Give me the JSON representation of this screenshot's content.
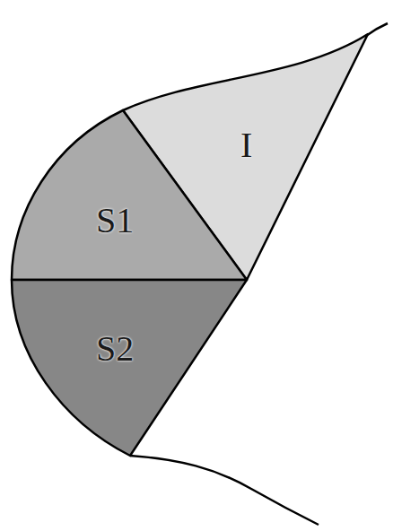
{
  "diagram": {
    "nodes": [
      {
        "text": [
          "I"
        ]
      },
      {
        "text": [
          "S1"
        ]
      },
      {
        "text": [
          "S2"
        ]
      }
    ]
  }
}
